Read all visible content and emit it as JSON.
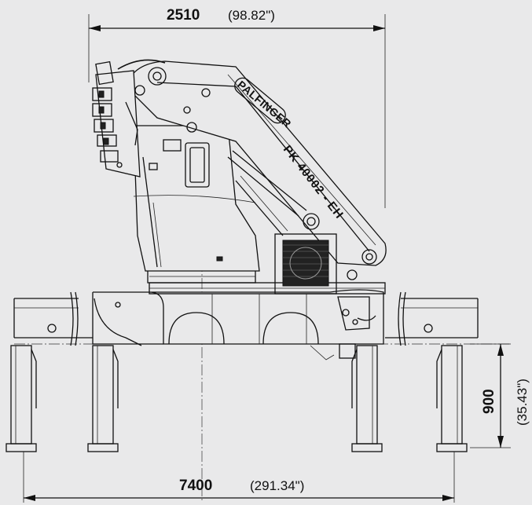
{
  "dimensions": {
    "top_width": {
      "value": "2510",
      "imperial": "(98.82\")"
    },
    "bottom_span": {
      "value": "7400",
      "imperial": "(291.34\")"
    },
    "height": {
      "value": "900",
      "imperial": "(35.43\")"
    }
  },
  "crane_labels": {
    "brand": "PALFINGER",
    "model": "PK 40002 - EH"
  },
  "colors": {
    "background": "#e9e9ea",
    "line": "#111111"
  }
}
